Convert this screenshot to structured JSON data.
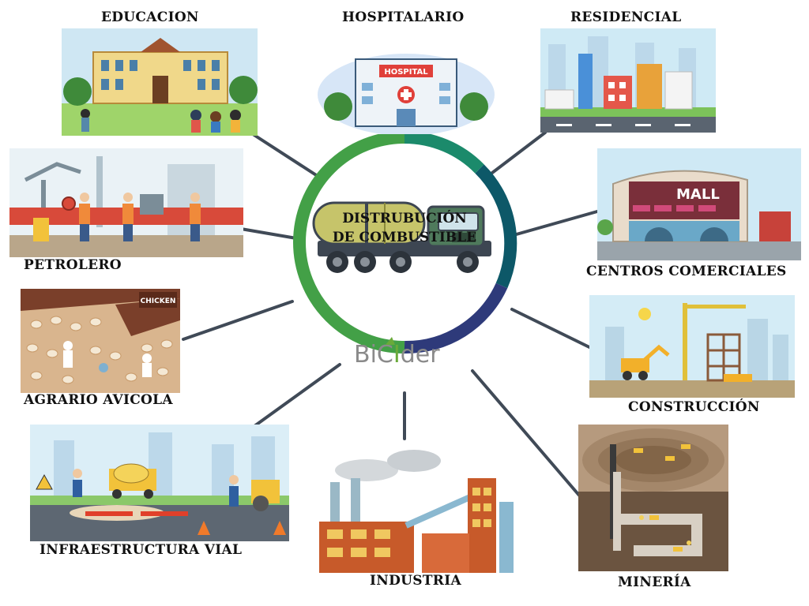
{
  "hub": {
    "title_line1": "DISTRUBUCIÓN",
    "title_line2": "DE COMBUSTIBLE",
    "brand": "BiCIder",
    "ring_colors": [
      "#43a047",
      "#1b7f6b",
      "#0d5868",
      "#2e3a7a"
    ]
  },
  "sectors": [
    {
      "id": "educacion",
      "label": "EDUCACION"
    },
    {
      "id": "hospitalario",
      "label": "HOSPITALARIO",
      "sign": "HOSPITAL"
    },
    {
      "id": "residencial",
      "label": "RESIDENCIAL"
    },
    {
      "id": "petrolero",
      "label": "PETROLERO"
    },
    {
      "id": "centros",
      "label": "CENTROS COMERCIALES",
      "sign": "MALL"
    },
    {
      "id": "agrario",
      "label": "AGRARIO AVICOLA",
      "sign": "CHICKEN"
    },
    {
      "id": "construccion",
      "label": "CONSTRUCCIÓN"
    },
    {
      "id": "infraestructura",
      "label": "INFRAESTRUCTURA VIAL"
    },
    {
      "id": "industria",
      "label": "INDUSTRIA"
    },
    {
      "id": "mineria",
      "label": "MINERÍA"
    }
  ],
  "colors": {
    "connector": "#404a57"
  }
}
